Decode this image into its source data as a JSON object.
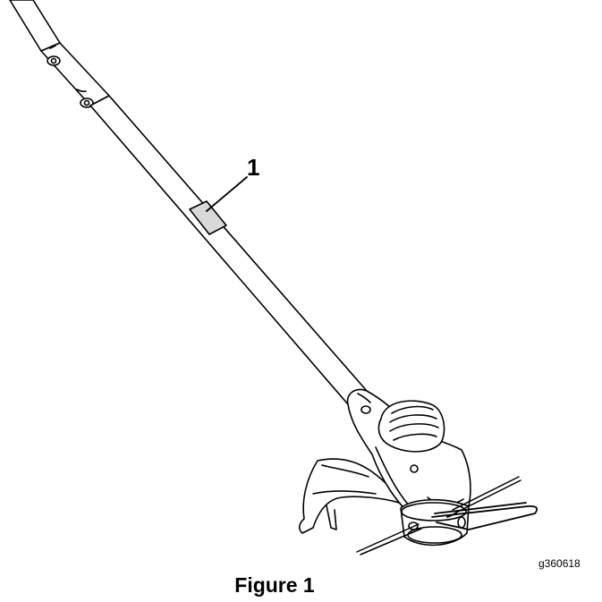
{
  "figure": {
    "callout_number": "1",
    "graphic_id": "g360618",
    "caption": "Figure 1"
  },
  "colors": {
    "line": "#000000",
    "fill": "#ffffff",
    "highlight": "#d9d9d9"
  }
}
